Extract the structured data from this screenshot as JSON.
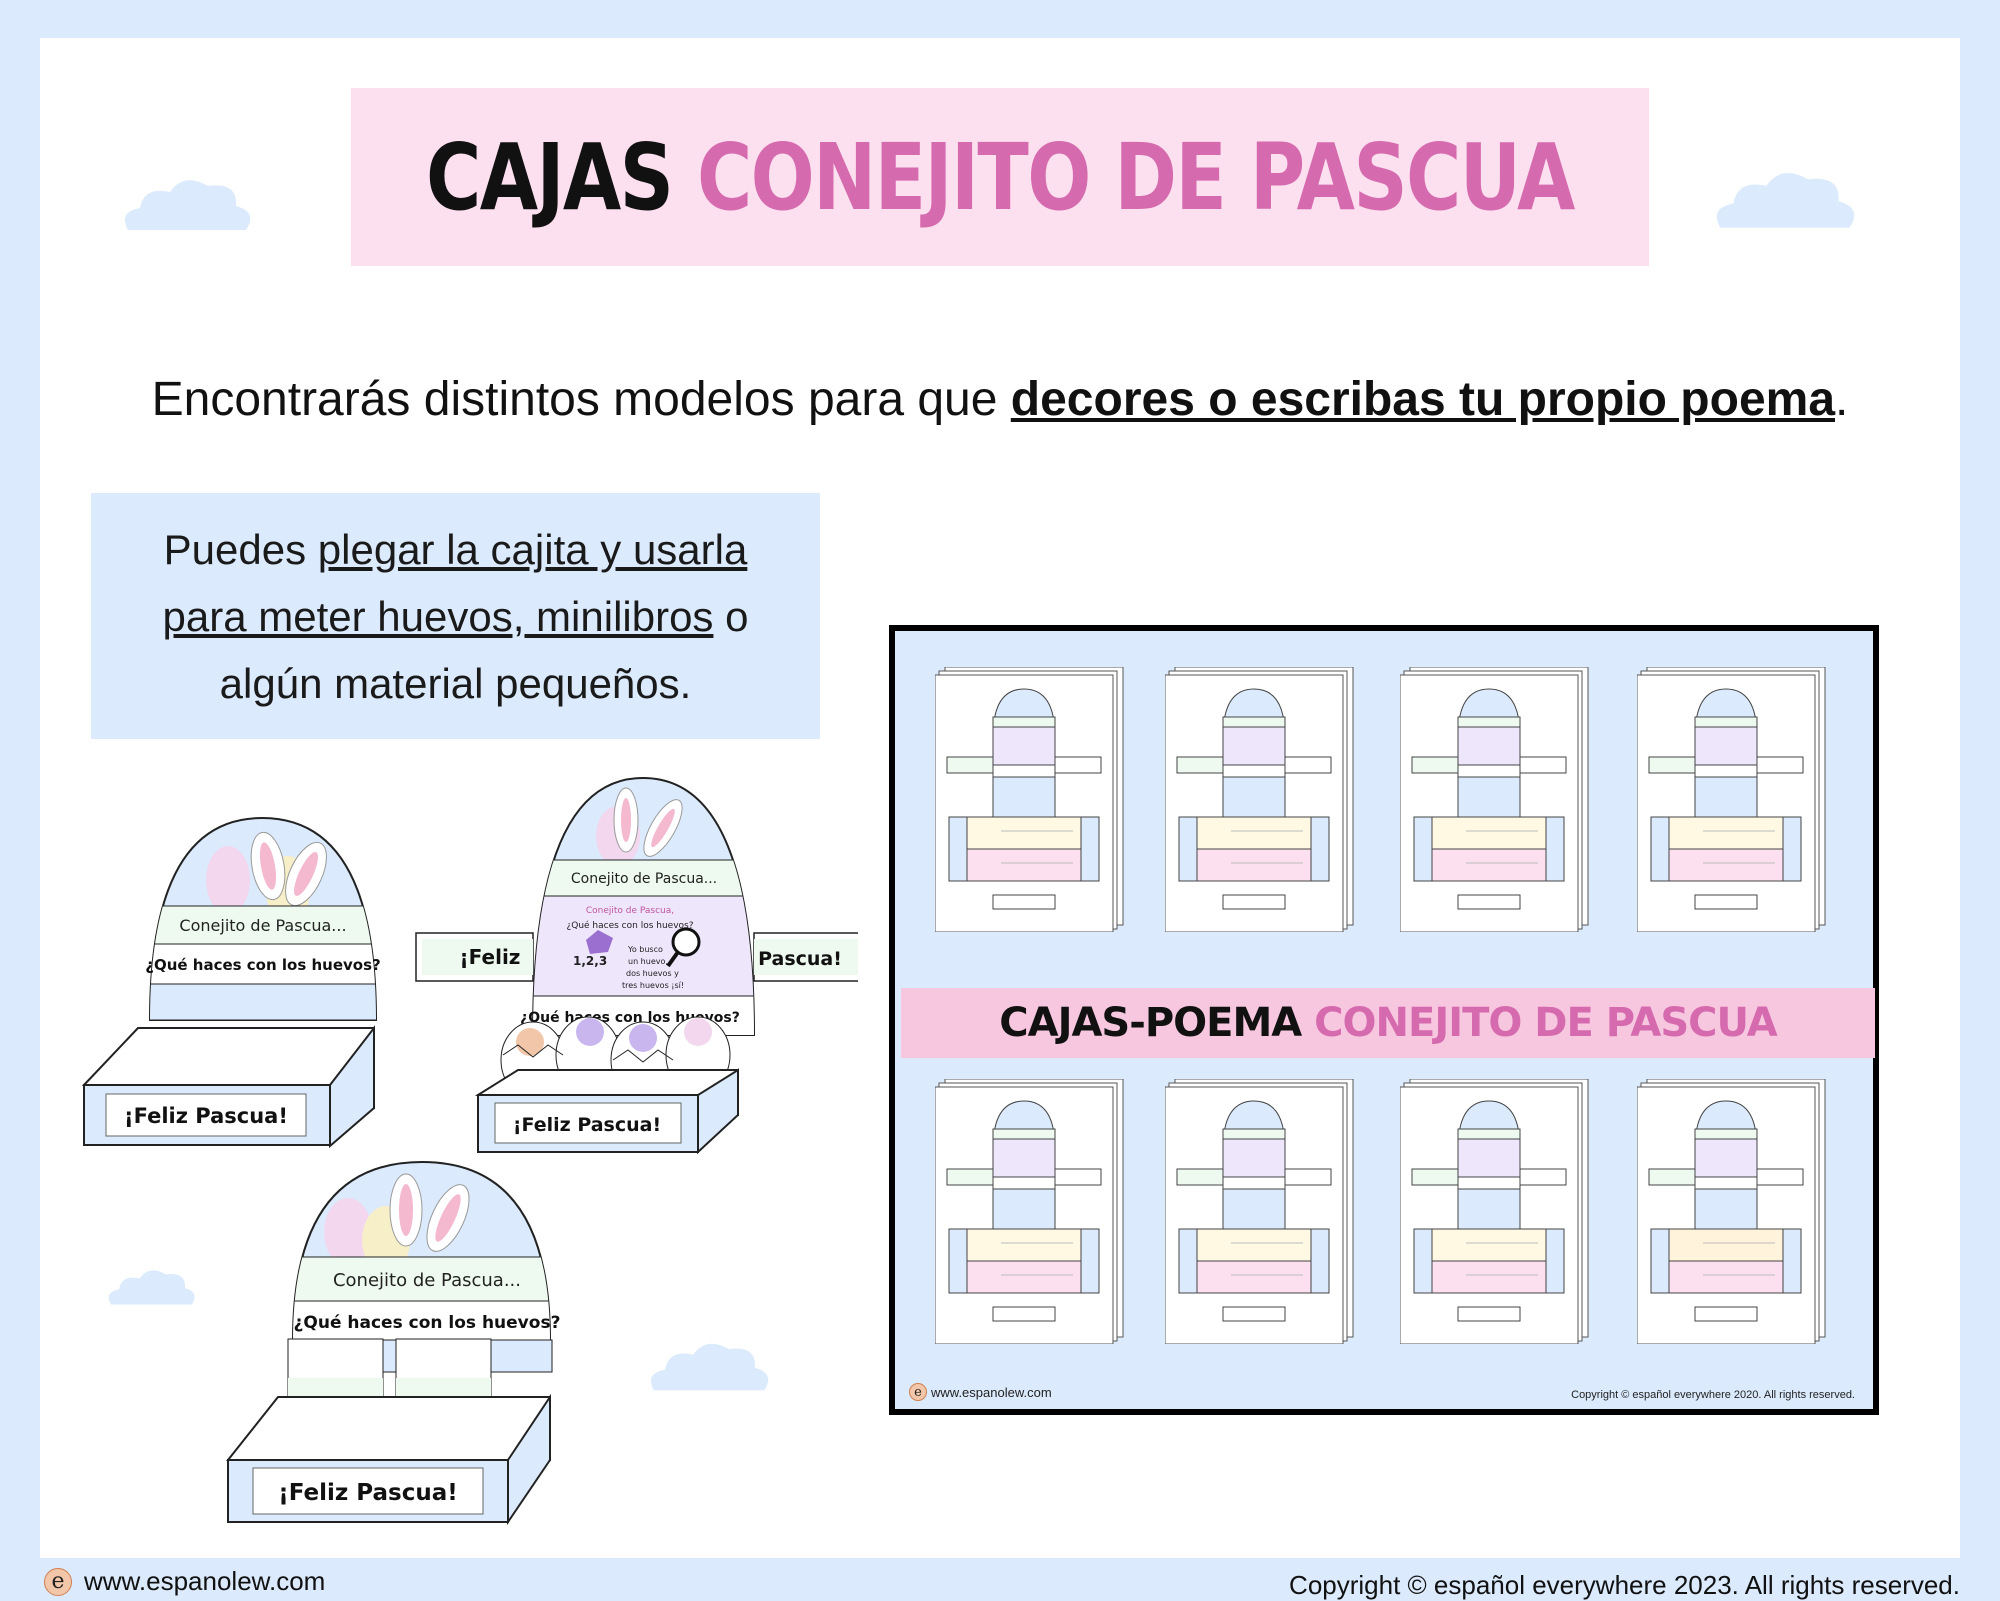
{
  "title": {
    "part1": "CAJAS",
    "part2": "CONEJITO DE PASCUA"
  },
  "subtitle": {
    "lead": "Encontrarás distintos modelos para que ",
    "emphasis": "decores o escribas tu propio poema",
    "end": "."
  },
  "info": {
    "lead": "Puedes ",
    "underlined1": "plegar la cajita y usarla",
    "underlined2": "para meter huevos, minilibros",
    "mid": " o",
    "tail": "algún material pequeños."
  },
  "box_labels": {
    "header": "Conejito de Pascua...",
    "question": "¿Qué haces con los huevos?",
    "feliz_pascua": "¡Feliz Pascua!",
    "feliz": "¡Feliz",
    "pascua": "Pascua!",
    "poem_title": "Conejito de Pascua,",
    "poem_question": "¿Qué haces con los huevos?",
    "poem_body": "Yo busco un huevo, dos huevos y tres huevos ¡sí!",
    "counter": "1,2,3"
  },
  "preview": {
    "banner_part1": "CAJAS-POEMA",
    "banner_part2": "CONEJITO DE PASCUA",
    "site": "www.espanolew.com",
    "copyright": "Copyright © español everywhere 2020. All rights reserved."
  },
  "footer": {
    "site": "www.espanolew.com",
    "copyright": "Copyright © español everywhere 2023. All rights reserved."
  },
  "colors": {
    "pink": "#d66aae",
    "lightPink": "#fde0ef",
    "lightBlue": "#dbeafc"
  }
}
